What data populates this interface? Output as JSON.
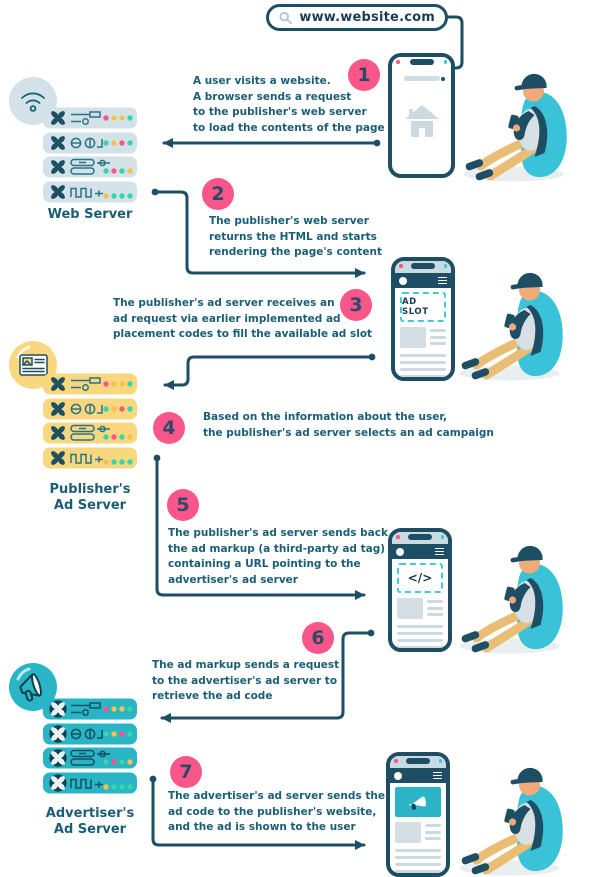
{
  "colors": {
    "ink": "#1d4e63",
    "text": "#1a5e76",
    "number": "#2c4a68",
    "pink": "#fb5689",
    "yellow": "#f6c14e",
    "green": "#38d5ab",
    "server_blue": "#d3e2e8",
    "server_yellow": "#f9d77e",
    "server_teal": "#29b5c5",
    "dashed_teal": "#43c8dc",
    "beanbag": "#3ac3d8",
    "pants": "#e9bd75",
    "skin": "#f2aa7b"
  },
  "search_bar": {
    "icon": "magnifier-icon",
    "url": "www.website.com"
  },
  "steps": [
    {
      "number": "1",
      "lines": [
        "A user visits a website.",
        "A browser sends a request",
        "to the publisher's web server",
        "to load the contents of the page"
      ]
    },
    {
      "number": "2",
      "lines": [
        "The publisher's web server",
        "returns the HTML and starts",
        "rendering the page's content"
      ]
    },
    {
      "number": "3",
      "lines": [
        "The publisher's ad server receives an",
        "ad request via earlier implemented ad",
        "placement codes to fill the available ad slot"
      ]
    },
    {
      "number": "4",
      "lines": [
        "Based on the information about the user,",
        "the publisher's ad server selects an ad campaign"
      ]
    },
    {
      "number": "5",
      "lines": [
        "The publisher's ad server sends back",
        "the ad markup (a third-party ad tag)",
        "containing a URL pointing to the",
        "advertiser's ad server"
      ]
    },
    {
      "number": "6",
      "lines": [
        "The ad markup sends a request",
        "to the advertiser's ad server to",
        "retrieve the ad code"
      ]
    },
    {
      "number": "7",
      "lines": [
        "The advertiser's ad server sends the",
        "ad code to the publisher's website,",
        "and the ad is shown to the user"
      ]
    }
  ],
  "servers": [
    {
      "icon": "wifi-icon",
      "label_lines": [
        "Web Server"
      ]
    },
    {
      "icon": "browser-ad-icon",
      "label_lines": [
        "Publisher's",
        "Ad Server"
      ]
    },
    {
      "icon": "megaphone-icon",
      "label_lines": [
        "Advertiser's",
        "Ad Server"
      ]
    }
  ],
  "phones": [
    {
      "screen": "home-icon",
      "label": ""
    },
    {
      "screen": "ad-slot",
      "label": "AD SLOT"
    },
    {
      "screen": "ad-code",
      "label": "</>"
    },
    {
      "screen": "ad-banner",
      "icon": "megaphone-icon",
      "label": ""
    }
  ]
}
